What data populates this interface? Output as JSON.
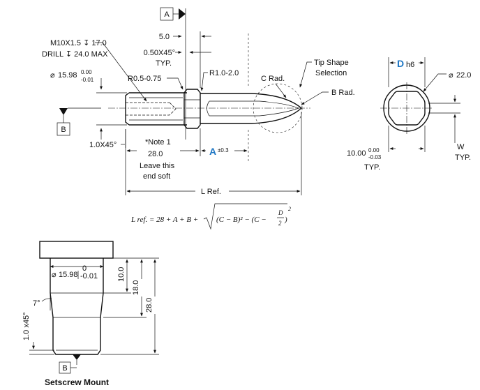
{
  "datums": {
    "a": "A",
    "b": "B"
  },
  "top_view": {
    "dim_5": "5.0",
    "chamfer_050": "0.50X45°",
    "typ": "TYP.",
    "thread_line1": "M10X1.5 ↧ 17.0",
    "thread_line2": "DRILL ↧ 24.0 MAX",
    "dia_sym": "⌀",
    "dia_value": "15.98",
    "tol_upper": "0.00",
    "tol_lower": "-0.01",
    "r_small": "R0.5-0.75",
    "r_large": "R1.0-2.0",
    "c_rad": "C Rad.",
    "b_rad": "B Rad.",
    "tip_shape_1": "Tip Shape",
    "tip_shape_2": "Selection",
    "chamfer_10": "1.0X45°",
    "note": "*Note 1",
    "dim_28": "28.0",
    "soft_1": "Leave this",
    "soft_2": "end soft",
    "a_label": "A",
    "a_tol": "±0.3",
    "lref": "L Ref."
  },
  "formula": {
    "lhs": "L ref. = 28 + A + B +",
    "radical": "(C − B)² − (C − ",
    "frac_num": "D",
    "frac_den": "2",
    "tail": ")",
    "exp": "2"
  },
  "end_view": {
    "d_label": "D",
    "d_tol": "h6",
    "dia_sym": "⌀",
    "dia_value": "22.0",
    "w_dim": "10.00",
    "w_upper": "0.00",
    "w_lower": "-0.03",
    "typ": "TYP.",
    "w_label": "W",
    "w_typ": "TYP."
  },
  "setscrew": {
    "dia_sym": "⌀",
    "dia_value": "15.98",
    "tol_upper": "0",
    "tol_lower": "-0.01",
    "dim_10": "10.0",
    "dim_18": "18.0",
    "dim_28": "28.0",
    "angle": "7°",
    "chamfer": "1.0 x45°",
    "datum": "B",
    "caption": "Setscrew Mount"
  }
}
